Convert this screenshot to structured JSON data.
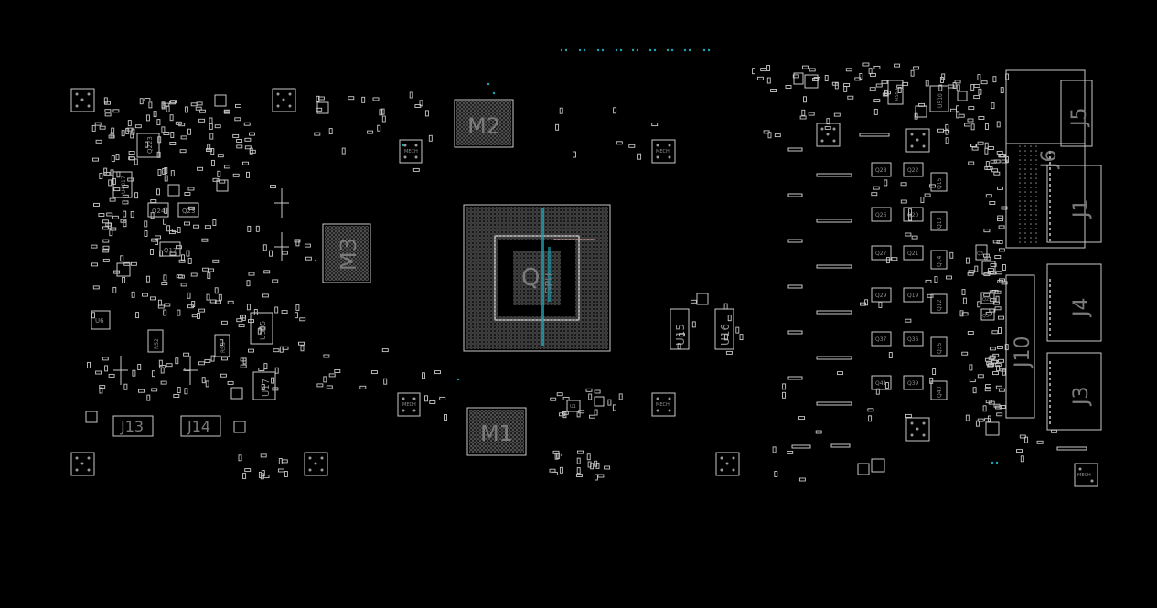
{
  "board": {
    "colors": {
      "background": "#000000",
      "outline": "#c8c8c8",
      "label": "#8e8e8e",
      "highlight": "#1aa6b8"
    },
    "chips": {
      "m2": "M2",
      "m1": "M1",
      "m3": "M3",
      "q": "Q",
      "qsub": "GPU"
    },
    "connectors": {
      "j5": "J5",
      "j6": "J6",
      "j1": "J1",
      "j4": "J4",
      "j10": "J10",
      "j3": "J3",
      "j13": "J13",
      "j14": "J14"
    },
    "parts": {
      "q223": "Q223",
      "u4017": "U4017",
      "q24": "Q24",
      "q23": "Q23",
      "q17": "Q17",
      "u6": "U6",
      "rs2": "RS2",
      "rs3": "RS3",
      "u505": "U505",
      "u17": "U17",
      "u15": "U15",
      "u16": "U16",
      "u510": "U510",
      "rs50": "RS50",
      "q28": "Q28",
      "q22": "Q22",
      "q15": "Q15",
      "q26": "Q26",
      "q20": "Q20",
      "q13": "Q13",
      "q27": "Q27",
      "q21": "Q21",
      "q14": "Q14",
      "q29": "Q29",
      "q19": "Q19",
      "q12": "Q12",
      "q37": "Q37",
      "q36": "Q36",
      "q35": "Q35",
      "q41": "Q41",
      "q39": "Q39",
      "q40": "Q40",
      "q3": "Q3",
      "q25": "Q25",
      "q34": "Q34",
      "u1": "U1",
      "mh1": "MECH",
      "mh2": "MECH",
      "mh3": "MECH",
      "mh4": "MECH",
      "mh5": "MECH"
    }
  }
}
